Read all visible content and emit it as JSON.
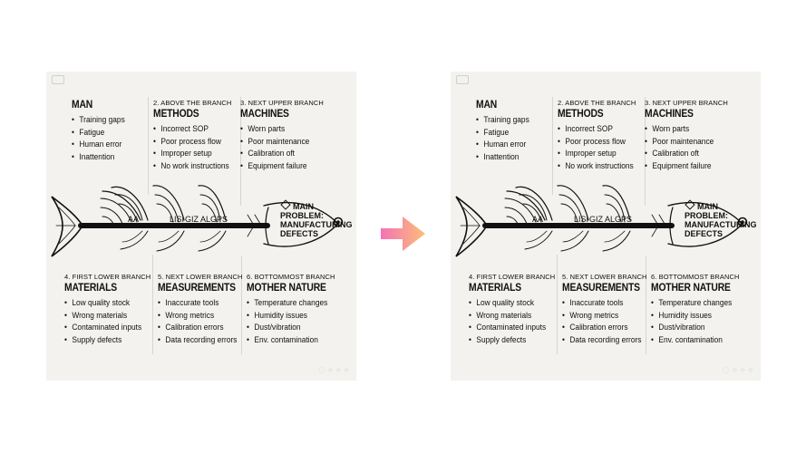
{
  "diagram": {
    "problem_label": "MAIN PROBLEM: MANUFACTURING DEFECTS",
    "bone_marks": [
      "AA",
      "LISI",
      "GIZ",
      "AL",
      "GPS"
    ],
    "branches": [
      {
        "sub": "",
        "title": "MAN",
        "items": [
          "Training gaps",
          "Fatigue",
          "Human error",
          "Inattention"
        ]
      },
      {
        "sub": "2. ABOVE THE BRANCH",
        "title": "METHODS",
        "items": [
          "Incorrect SOP",
          "Poor process flow",
          "Improper setup",
          "No work instructions"
        ]
      },
      {
        "sub": "3. NEXT UPPER BRANCH",
        "title": "MACHINES",
        "items": [
          "Worn parts",
          "Poor maintenance",
          "Calibration oft",
          "Equipment failure"
        ]
      },
      {
        "sub": "4. FIRST LOWER BRANCH",
        "title": "MATERIALS",
        "items": [
          "Low quality stock",
          "Wrong materials",
          "Contaminated inputs",
          "Supply defects"
        ]
      },
      {
        "sub": "5. NEXT LOWER BRANCH",
        "title": "MEASUREMENTS",
        "items": [
          "Inaccurate tools",
          "Wrong metrics",
          "Calibration errors",
          "Data recording errors"
        ]
      },
      {
        "sub": "6. BOTTOMMOST BRANCH",
        "title": "MOTHER NATURE",
        "items": [
          "Temperature changes",
          "Humidity issues",
          "Dust/vibration",
          "Env. contamination"
        ]
      }
    ]
  },
  "colors": {
    "arrow_start": "#f472b6",
    "arrow_end": "#fbbf77",
    "panel_bg": "#f3f2ef",
    "ink": "#111111"
  }
}
